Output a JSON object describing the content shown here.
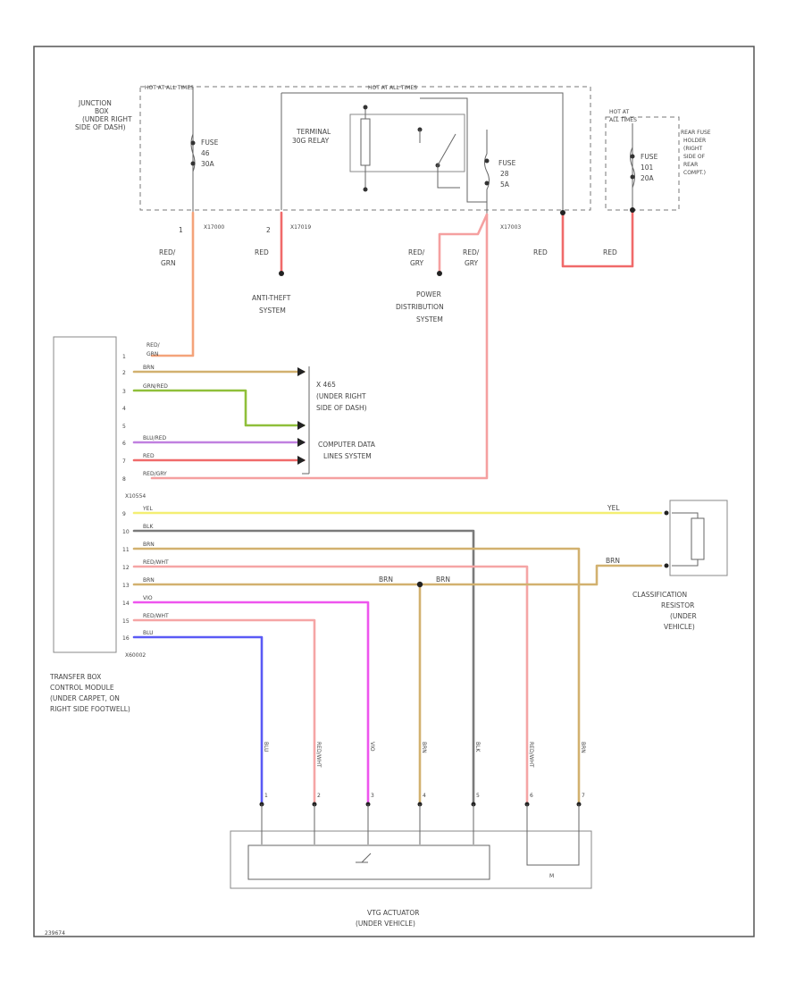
{
  "bus_labels": {
    "hot_in_run_left": "HOT AT ALL TIMES",
    "hot_in_run_right": "HOT AT ALL TIMES",
    "hot_at_all_times": [
      "HOT AT",
      "ALL TIMES"
    ]
  },
  "junction_box": [
    "JUNCTION",
    "BOX",
    "(UNDER RIGHT",
    "SIDE OF DASH)"
  ],
  "rear_fuse_holder": [
    "REAR FUSE",
    "HOLDER",
    "(RIGHT",
    "SIDE OF",
    "REAR",
    "COMPT.)"
  ],
  "relay": [
    "TERMINAL",
    "30G RELAY"
  ],
  "fuses": [
    {
      "name": "FUSE",
      "num": "46",
      "amps": "30A"
    },
    {
      "name": "FUSE",
      "num": "28",
      "amps": "5A"
    },
    {
      "name": "FUSE",
      "num": "101",
      "amps": "20A"
    }
  ],
  "connectors": {
    "c1": "X17000",
    "c2": "X17019",
    "c3": "X17003",
    "pin1": "1",
    "pin2": "2",
    "module_a": "X10554",
    "module_b": "X60002"
  },
  "wire_labels": {
    "red_grn_1": [
      "RED/",
      "GRN"
    ],
    "red_2": "RED",
    "red_grn_3": [
      "RED/",
      "GRY"
    ],
    "red_grn_4": [
      "RED/",
      "GRY"
    ],
    "red_5": "RED",
    "red_6": "RED",
    "yel": "YEL",
    "brn_a": "BRN",
    "brn_b": "BRN",
    "brn_c": "BRN"
  },
  "systems": {
    "anti_theft": [
      "ANTI-THEFT",
      "SYSTEM"
    ],
    "power_dist": [
      "POWER",
      "DISTRIBUTION",
      "SYSTEM"
    ],
    "x465": [
      "X 465",
      "(UNDER RIGHT",
      "SIDE OF DASH)"
    ],
    "cdl": [
      "COMPUTER DATA",
      "LINES SYSTEM"
    ]
  },
  "module": {
    "pins": [
      {
        "pin": "1",
        "color": "RED/GRN"
      },
      {
        "pin": "2",
        "color": "BRN"
      },
      {
        "pin": "3",
        "color": "GRN/RED"
      },
      {
        "pin": "4",
        "color": ""
      },
      {
        "pin": "5",
        "color": ""
      },
      {
        "pin": "6",
        "color": "BLU/RED"
      },
      {
        "pin": "7",
        "color": "RED"
      },
      {
        "pin": "8",
        "color": "RED/GRY"
      },
      {
        "pin": "9",
        "color": "YEL"
      },
      {
        "pin": "10",
        "color": "BLK"
      },
      {
        "pin": "11",
        "color": "BRN"
      },
      {
        "pin": "12",
        "color": "RED/WHT"
      },
      {
        "pin": "13",
        "color": "BRN"
      },
      {
        "pin": "14",
        "color": "VIO"
      },
      {
        "pin": "15",
        "color": "RED/WHT"
      },
      {
        "pin": "16",
        "color": "BLU"
      }
    ],
    "label": [
      "TRANSFER BOX",
      "CONTROL MODULE",
      "(UNDER CARPET, ON",
      "RIGHT SIDE FOOTWELL)"
    ]
  },
  "resistor_label": [
    "CLASSIFICATION",
    "RESISTOR",
    "(UNDER",
    "VEHICLE)"
  ],
  "actuator_label": [
    "VTG ACTUATOR",
    "(UNDER VEHICLE)"
  ],
  "actuator_pins": [
    "1",
    "2",
    "3",
    "4",
    "5",
    "6",
    "7"
  ],
  "actuator_wire_colors": [
    "BLU",
    "RED/WHT",
    "VIO",
    "BRN",
    "BLK",
    "RED/WHT",
    "BRN"
  ],
  "diagram_id": "239674",
  "colors": {
    "red_grn": "#f4a37a",
    "brn": "#d2b16f",
    "grn_red": "#8fbf3a",
    "blu_red": "#c080e0",
    "red": "#f06a6a",
    "red_gry": "#f5a0a0",
    "yel": "#f4ef73",
    "blk": "#7a7a7a",
    "red_wht": "#f5a5a5",
    "vio": "#ee55ee",
    "blu": "#5a5af5"
  }
}
